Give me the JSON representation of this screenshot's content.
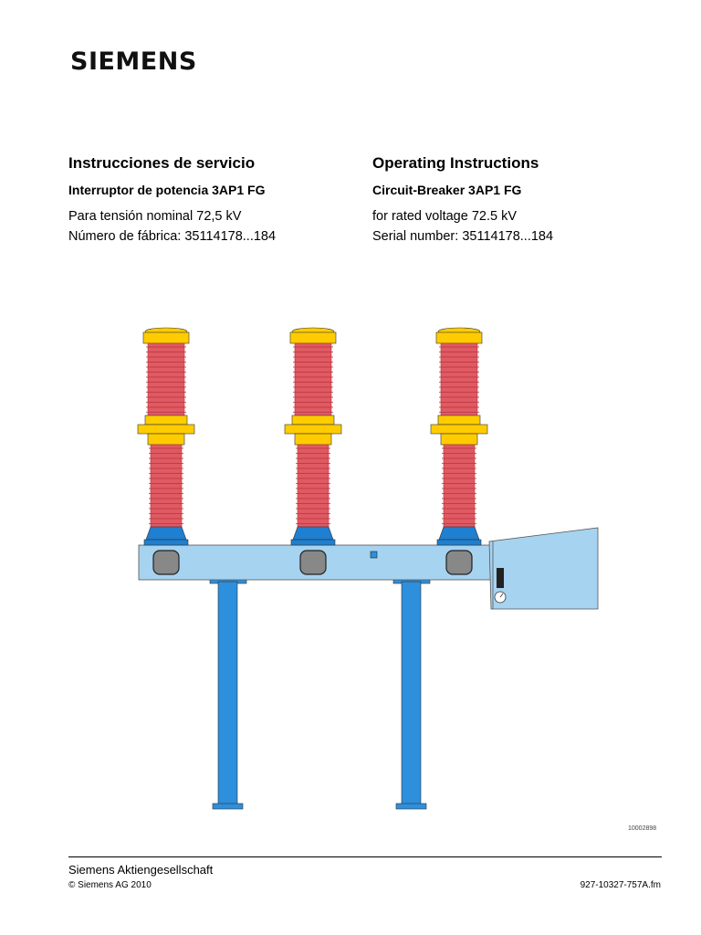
{
  "brand": {
    "logo_text": "SIEMENS"
  },
  "spanish": {
    "title": "Instrucciones de servicio",
    "subtitle": "Interruptor de potencia 3AP1 FG",
    "line1": "Para tensión nominal 72,5 kV",
    "line2": "Número de fábrica: 35114178...184"
  },
  "english": {
    "title": "Operating Instructions",
    "subtitle": "Circuit-Breaker 3AP1 FG",
    "line1": "for rated voltage 72.5 kV",
    "line2": "Serial number: 35114178...184"
  },
  "figure": {
    "id": "10002898",
    "colors": {
      "insulator": "#e05a63",
      "cap": "#ffcc00",
      "frame": "#a6d3f0",
      "base": "#1f7fd0",
      "support": "#2e8fdc"
    }
  },
  "footer": {
    "company": "Siemens Aktiengesellschaft",
    "copyright": "© Siemens AG 2010",
    "doc_number": "927-10327-757A.fm"
  }
}
